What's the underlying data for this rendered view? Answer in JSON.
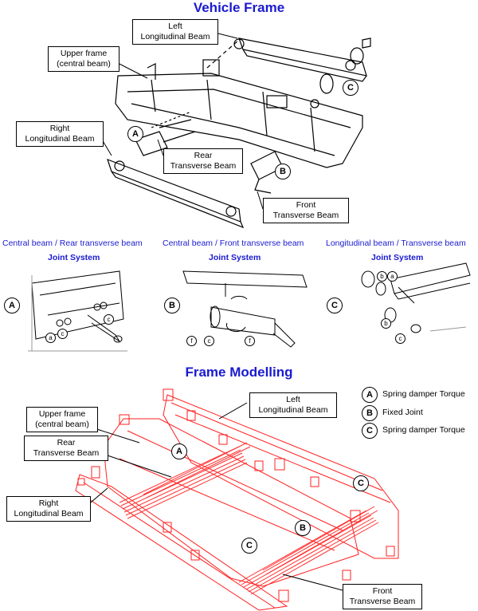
{
  "titles": {
    "top": "Vehicle Frame",
    "bottom": "Frame Modelling"
  },
  "vehicle_frame": {
    "left_beam": [
      "Left",
      "Longitudinal Beam"
    ],
    "upper_frame": [
      "Upper frame",
      "(central beam)"
    ],
    "right_beam": [
      "Right",
      "Longitudinal Beam"
    ],
    "rear_beam": [
      "Rear",
      "Transverse Beam"
    ],
    "front_beam": [
      "Front",
      "Transverse Beam"
    ],
    "markers": [
      "A",
      "B",
      "C"
    ]
  },
  "joints": [
    {
      "header": "Central beam / Rear transverse beam",
      "title": "Joint System",
      "marker": "A"
    },
    {
      "header": "Central beam / Front transverse beam",
      "title": "Joint System",
      "marker": "B"
    },
    {
      "header": "Longitudinal beam / Transverse beam",
      "title": "Joint System",
      "marker": "C"
    }
  ],
  "detail_labels": {
    "a": "a",
    "b": "b",
    "c": "c",
    "f": "f"
  },
  "frame_modelling": {
    "upper_frame": [
      "Upper frame",
      "(central beam)"
    ],
    "rear_beam": [
      "Rear",
      "Transverse Beam"
    ],
    "right_beam": [
      "Right",
      "Longitudinal Beam"
    ],
    "left_beam": [
      "Left",
      "Longitudinal Beam"
    ],
    "front_beam": [
      "Front",
      "Transverse Beam"
    ],
    "legend": [
      {
        "marker": "A",
        "text": "Spring damper Torque"
      },
      {
        "marker": "B",
        "text": "Fixed Joint"
      },
      {
        "marker": "C",
        "text": "Spring damper Torque"
      }
    ]
  },
  "colors": {
    "title": "#1a1ad0",
    "model": "#ff2020",
    "line": "#000000"
  }
}
